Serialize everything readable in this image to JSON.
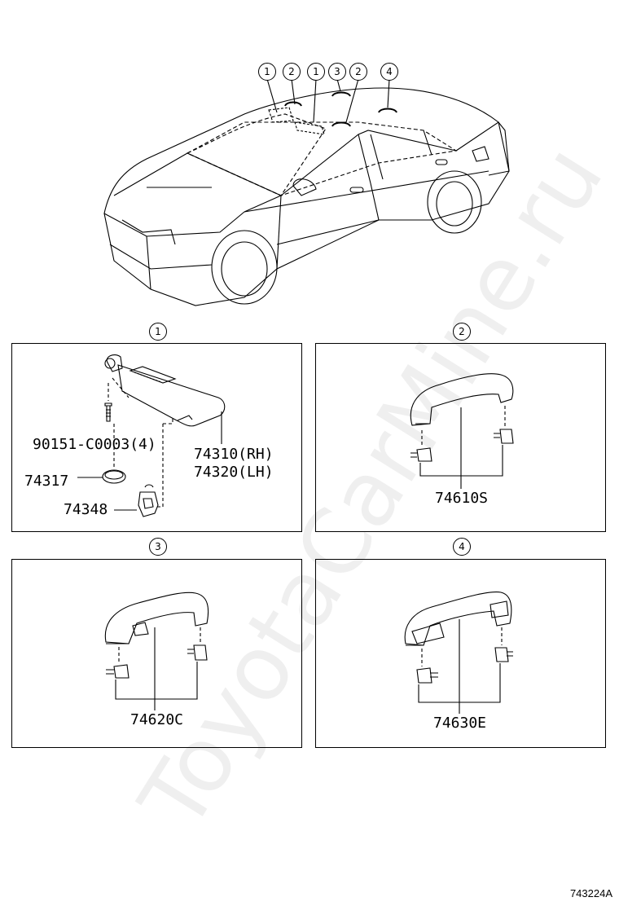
{
  "watermark": "ToyotaCarMine.ru",
  "figure_code": "743224A",
  "overview_callouts": [
    "1",
    "2",
    "1",
    "3",
    "2",
    "4"
  ],
  "panels": [
    {
      "id": "1",
      "parts": {
        "screw": "90151-C0003(4)",
        "visor_rh": "74310(RH)",
        "visor_lh": "74320(LH)",
        "cap": "74317",
        "holder": "74348"
      }
    },
    {
      "id": "2",
      "part": "74610S"
    },
    {
      "id": "3",
      "part": "74620C"
    },
    {
      "id": "4",
      "part": "74630E"
    }
  ]
}
